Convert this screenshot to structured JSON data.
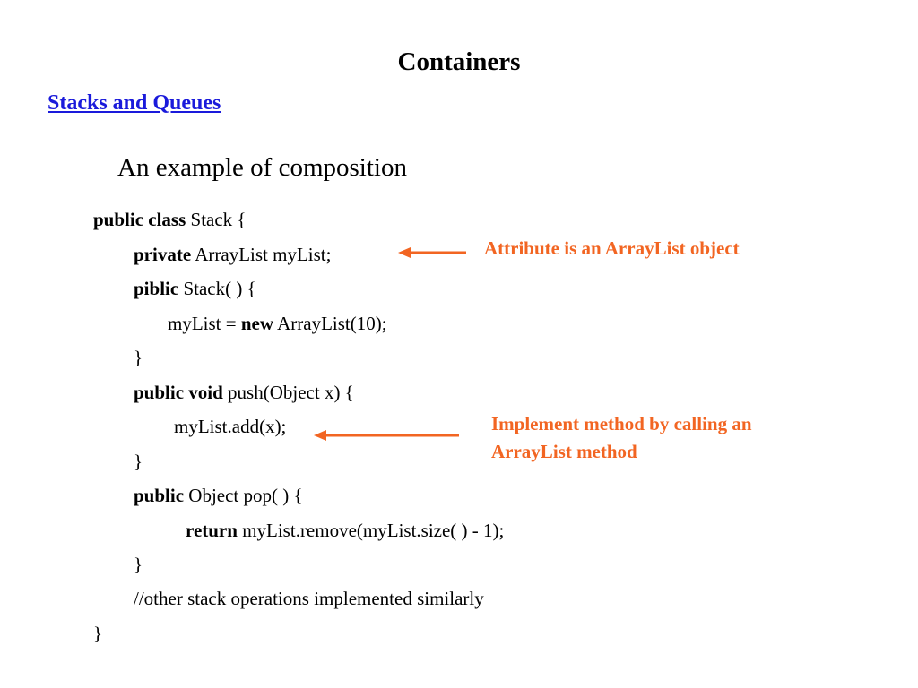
{
  "slide": {
    "title": "Containers",
    "link": "Stacks and Queues",
    "heading": "An example of composition"
  },
  "code": {
    "l1_kw": "public class",
    "l1_rest": " Stack {",
    "l2_kw": "private",
    "l2_rest": " ArrayList myList;",
    "l3_kw": "piblic",
    "l3_rest": " Stack( ) {",
    "l4_pre": "myList = ",
    "l4_kw": "new",
    "l4_rest": " ArrayList(10);",
    "l5": "}",
    "l6_kw": "public void",
    "l6_rest": " push(Object x) {",
    "l7": "myList.add(x);",
    "l8": "}",
    "l9_kw": "public",
    "l9_rest": " Object pop( ) {",
    "l10_kw": "return",
    "l10_rest": " myList.remove(myList.size( ) - 1);",
    "l11": "}",
    "l12": "//other stack operations implemented similarly",
    "l13": "}"
  },
  "annotations": {
    "attribute_note": "Attribute is an ArrayList object",
    "method_note_line1": "Implement method by calling an",
    "method_note_line2": "ArrayList method"
  },
  "colors": {
    "accent": "#f26522",
    "link": "#1a1adb"
  }
}
